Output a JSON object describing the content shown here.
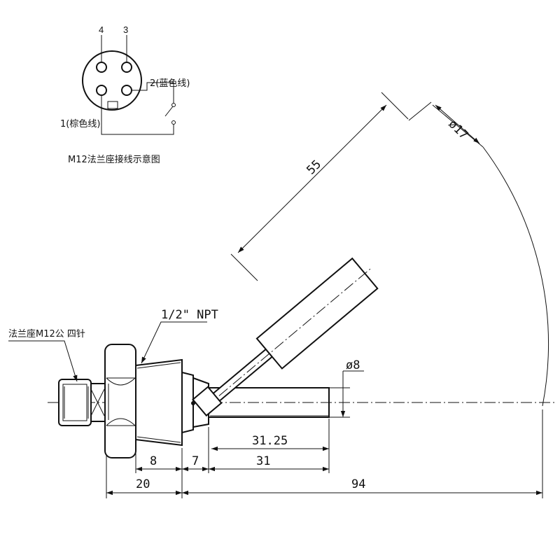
{
  "connector_diagram": {
    "pin4": "4",
    "pin3": "3",
    "pin2": "2(蓝色线)",
    "pin1": "1(棕色线)",
    "caption": "M12法兰座接线示意图"
  },
  "labels": {
    "connector": "法兰座M12公  四针",
    "thread": "1/2\" NPT"
  },
  "dimensions": {
    "float_length": "55",
    "float_diameter": "ø17",
    "rod_diameter": "ø8",
    "d_31_25": "31.25",
    "d_31": "31",
    "d_8": "8",
    "d_7": "7",
    "d_20": "20",
    "d_94": "94"
  },
  "colors": {
    "line": "#111111",
    "background": "#ffffff"
  }
}
